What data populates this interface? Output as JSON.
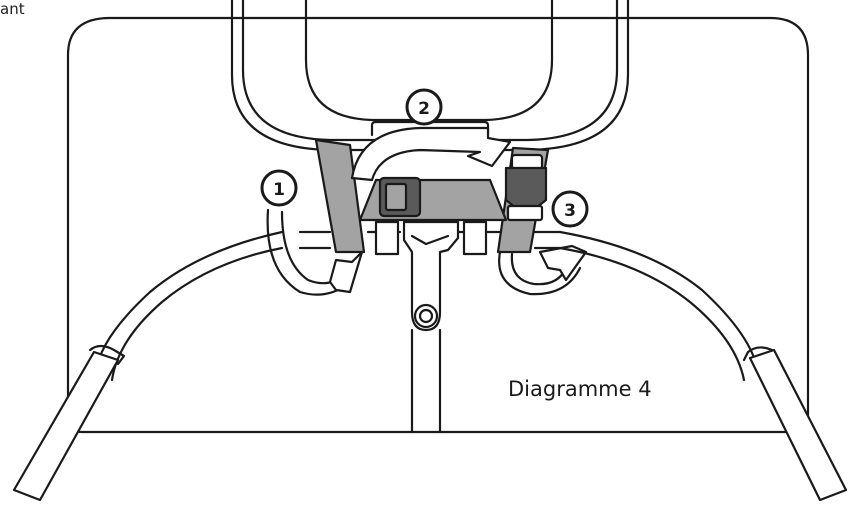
{
  "corner_fragment": "ant",
  "caption": "Diagramme 4",
  "callouts": [
    "1",
    "2",
    "3"
  ],
  "colors": {
    "line": "#1a1a1a",
    "strap": "#a3a3a3",
    "buckle": "#5a5a5a",
    "fill": "#ffffff"
  }
}
